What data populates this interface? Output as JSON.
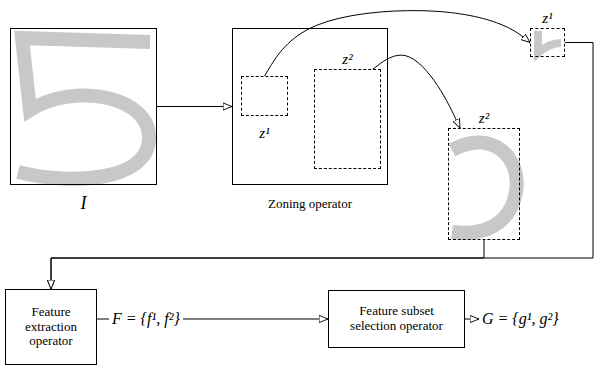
{
  "diagram": {
    "nodes": [
      {
        "text": [
          "I"
        ]
      },
      {
        "text": [
          "Zoning operator"
        ]
      },
      {
        "text": [
          "z¹"
        ],
        "in": 1
      },
      {
        "text": [
          "z²"
        ],
        "in": 1
      },
      {
        "text": [
          "z¹"
        ]
      },
      {
        "text": [
          "z²"
        ]
      },
      {
        "text": [
          "Feature extraction operator"
        ]
      },
      {
        "text": [
          "Feature subset selection operator"
        ]
      }
    ],
    "edges": [
      {
        "from": 0,
        "to": 1,
        "arrow": "to"
      },
      {
        "from": 2,
        "to": 4,
        "arrow": "to"
      },
      {
        "from": 3,
        "to": 5,
        "arrow": "to"
      },
      {
        "from": 5,
        "to": 6,
        "arrow": "to"
      },
      {
        "from": 4,
        "to": 6,
        "arrow": "to"
      },
      {
        "from": 6,
        "to": 7,
        "label": "F = {f¹, f²}",
        "arrow": "to"
      }
    ],
    "labels": [
      "G = {g¹, g²}"
    ]
  }
}
